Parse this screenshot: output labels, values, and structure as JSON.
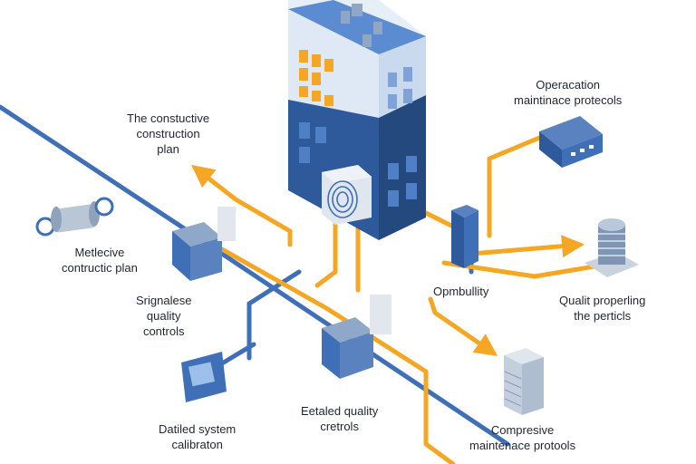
{
  "colors": {
    "orange": "#f5a623",
    "blue_line": "#3f6fb6",
    "navy": "#2e5a9c",
    "light_blue": "#d9e6f5",
    "window_orange": "#f5a623"
  },
  "labels": {
    "top_left": [
      "The constuctive",
      "construction",
      "plan"
    ],
    "left_mid": [
      "Metlecive",
      "contructic plan"
    ],
    "left_low": [
      "Srignalese",
      "quality",
      "controls"
    ],
    "bottom_left": [
      "Datiled system",
      "calibraton"
    ],
    "bottom_center": [
      "Eetaled quality",
      "cretrols"
    ],
    "bottom_right": [
      "Compresive",
      "maintenace protools"
    ],
    "right_mid": [
      "Qualit properling",
      "the perticls"
    ],
    "center_right": [
      "Opmbullity"
    ],
    "top_right": [
      "Operacation",
      "maintinace protecols"
    ]
  },
  "icons": {
    "building": "office-tower-icon",
    "fingerprint": "fingerprint-scanner-icon",
    "gear": "gear-roller-icon",
    "switch": "network-switch-icon",
    "server_rack": "server-rack-icon",
    "storage": "storage-cylinder-icon",
    "server_unit": "server-unit-icon"
  }
}
